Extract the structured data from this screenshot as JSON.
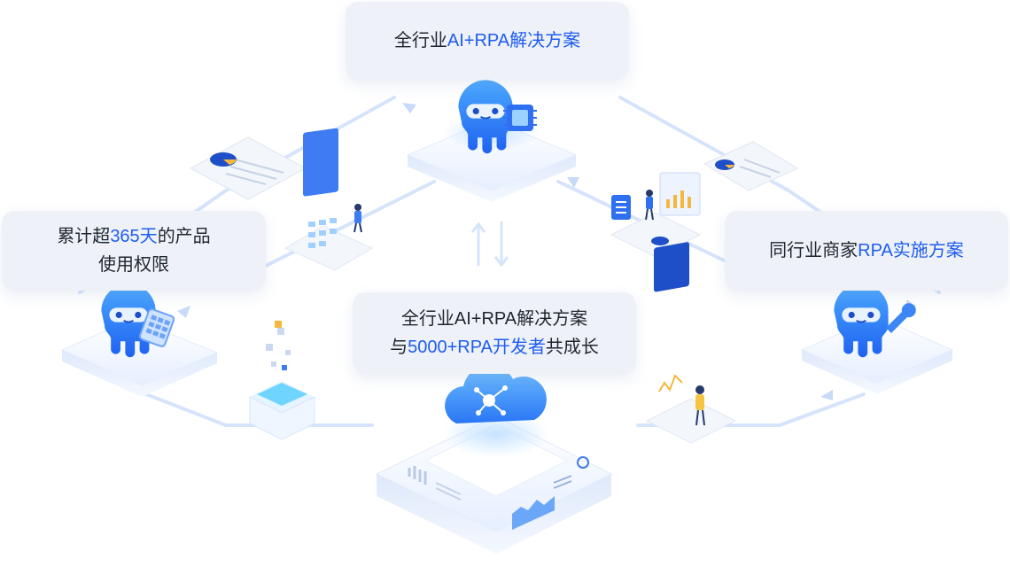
{
  "top_card": {
    "prefix": "全行业",
    "highlight": "AI+RPA解决方案",
    "suffix": ""
  },
  "left_card": {
    "line1_prefix": "累计超",
    "line1_highlight": "365天",
    "line1_suffix": "的产品",
    "line2": "使用权限"
  },
  "right_card": {
    "prefix": "同行业商家",
    "highlight": "RPA实施方案",
    "suffix": ""
  },
  "center_card": {
    "line1": "全行业AI+RPA解决方案",
    "line2_prefix": "与",
    "line2_highlight": "5000+RPA开发者",
    "line2_suffix": "共成长"
  },
  "colors": {
    "accent": "#1f5cf0",
    "mascot": "#2f7dff",
    "platform": "#eaf2ff",
    "line": "#d6e4fb"
  },
  "icons": [
    "robot-mascot-icon",
    "chip-icon",
    "calendar-icon",
    "wrench-icon",
    "cloud-network-icon",
    "document-pie-chart-icon",
    "dashboard-icon",
    "presentation-chart-icon",
    "server-icon",
    "data-cube-icon"
  ]
}
